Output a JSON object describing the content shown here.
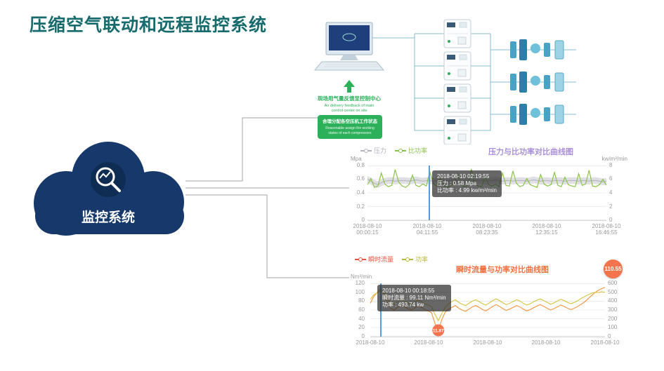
{
  "page": {
    "title": "压缩空气联动和远程监控系统"
  },
  "cloud": {
    "label": "监控系统"
  },
  "diagram": {
    "feedback_cn": "现场用气量反馈至控制中心",
    "feedback_en1": "Air delivery feedback of main",
    "feedback_en2": "control center on site",
    "assign_cn": "合理分配各空压机工作状态",
    "assign_en1": "Reasonable assign the working",
    "assign_en2": "states of each compressors"
  },
  "chart_data": [
    {
      "type": "line",
      "target": "pressure",
      "title": "压力与比功率对比曲线图",
      "title_color": "#a98fd8",
      "y_left_label": "Mpa",
      "y_right_label": "kw/m³/min",
      "ylim_left": [
        0,
        0.8
      ],
      "ylim_right": [
        0,
        8
      ],
      "grid_count": 5,
      "y_left_ticks": [
        "0.8",
        "0.6",
        "0.4",
        "0.2",
        "0"
      ],
      "y_right_ticks": [
        "8",
        "6",
        "4",
        "2",
        "0"
      ],
      "x_dates": [
        "2018-08-10",
        "2018-08-10",
        "2018-08-10",
        "2018-08-10",
        "2018-08-10"
      ],
      "x_times": [
        "00:00:15",
        "04:11:55",
        "08:23:35",
        "12:35:15",
        "16:46:55"
      ],
      "legend": [
        {
          "label": "压力",
          "color": "#b2b2bc"
        },
        {
          "label": "比功率",
          "color": "#8bc34a"
        }
      ],
      "tooltip": {
        "time": "2018-08-10 02:19:55",
        "line1": "压力 : 0.58 Mpa",
        "line2": "比功率 : 4.99 kw/m³/min"
      },
      "series": [
        {
          "key": "pressure",
          "name": "压力",
          "axis": "left",
          "color": "#b8b8c2",
          "band": 0.05,
          "band_color": "#dadae0",
          "values": [
            0.6,
            0.57,
            0.54,
            0.52,
            0.55,
            0.57,
            0.58,
            0.58,
            0.57,
            0.58,
            0.58,
            0.58,
            0.57,
            0.58,
            0.59,
            0.58,
            0.57,
            0.58,
            0.58,
            0.57,
            0.58,
            0.58,
            0.58,
            0.57,
            0.58,
            0.59,
            0.58,
            0.57,
            0.58,
            0.58,
            0.57,
            0.58,
            0.58,
            0.58,
            0.57,
            0.58,
            0.58,
            0.59,
            0.58,
            0.57,
            0.58,
            0.58,
            0.57,
            0.58,
            0.58,
            0.58,
            0.57,
            0.58,
            0.59,
            0.58,
            0.57,
            0.58,
            0.58,
            0.57,
            0.58,
            0.58,
            0.58,
            0.57,
            0.58,
            0.58,
            0.58,
            0.57,
            0.58,
            0.58,
            0.57,
            0.58,
            0.58,
            0.57,
            0.56,
            0.57
          ]
        },
        {
          "key": "specific-power",
          "name": "比功率",
          "axis": "right",
          "color": "#8bc34a",
          "values": [
            5.2,
            6.1,
            4.8,
            5.0,
            6.9,
            5.3,
            4.9,
            5.1,
            7.4,
            5.6,
            5.0,
            4.8,
            5.2,
            6.6,
            5.1,
            4.9,
            5.3,
            5.0,
            7.1,
            5.4,
            5.0,
            6.2,
            5.1,
            4.8,
            5.0,
            5.5,
            6.8,
            5.2,
            4.9,
            5.1,
            7.5,
            5.3,
            5.0,
            4.9,
            6.4,
            5.2,
            5.0,
            5.3,
            4.9,
            6.9,
            5.1,
            5.0,
            7.2,
            5.4,
            4.9,
            5.1,
            6.1,
            5.2,
            5.0,
            4.8,
            6.7,
            5.3,
            5.0,
            5.2,
            7.0,
            5.1,
            4.9,
            6.3,
            5.2,
            5.0,
            4.9,
            6.8,
            5.1,
            5.3,
            7.3,
            5.0,
            4.9,
            5.2,
            6.0,
            5.1
          ]
        }
      ]
    },
    {
      "type": "line",
      "target": "flow",
      "title": "瞬时流量与功率对比曲线图",
      "title_color": "#f0703f",
      "y_left_label": "Nm³/min",
      "ylim_left": [
        0,
        120
      ],
      "ylim_right": [
        0,
        600
      ],
      "grid_count": 7,
      "y_left_ticks": [
        "120",
        "100",
        "80",
        "60",
        "40",
        "20",
        "0"
      ],
      "y_right_ticks": [
        "600",
        "500",
        "400",
        "300",
        "200",
        "100",
        "0"
      ],
      "x_dates": [
        "2018-08-10",
        "2018-08-10",
        "2018-08-10",
        "2018-08-10",
        "2018-08-10"
      ],
      "legend": [
        {
          "label": "瞬时流量",
          "color": "#e8543f"
        },
        {
          "label": "功率",
          "color": "#b8b83a"
        }
      ],
      "tooltip": {
        "time": "2018-08-10 00:18:55",
        "line1": "瞬时流量 : 99.11 Nm³/min",
        "line2": "功率 : 493.74 kw"
      },
      "end_badge": "110.55",
      "markers": [
        {
          "series": 0,
          "index": 20,
          "label": "11.87",
          "color": "#f4744d"
        }
      ],
      "series": [
        {
          "key": "flow",
          "name": "瞬时流量",
          "axis": "left",
          "color": "#f29a4a",
          "values": [
            75,
            90,
            99.11,
            108,
            96,
            78,
            64,
            60,
            66,
            72,
            68,
            63,
            60,
            64,
            70,
            66,
            61,
            58,
            54,
            30,
            11.87,
            38,
            55,
            62,
            66,
            70,
            64,
            60,
            57,
            62,
            67,
            70,
            66,
            61,
            58,
            63,
            68,
            72,
            68,
            63,
            59,
            62,
            66,
            70,
            67,
            62,
            58,
            61,
            65,
            69,
            72,
            68,
            64,
            60,
            63,
            67,
            71,
            68,
            64,
            61,
            64,
            68,
            73,
            78,
            85,
            92,
            99,
            104,
            108,
            110.55
          ]
        },
        {
          "key": "power",
          "name": "功率",
          "axis": "right",
          "color": "#d8c84a",
          "values": [
            420,
            470,
            493.74,
            520,
            500,
            430,
            380,
            360,
            390,
            420,
            400,
            380,
            365,
            385,
            415,
            395,
            370,
            355,
            340,
            250,
            180,
            260,
            330,
            370,
            395,
            415,
            385,
            365,
            350,
            375,
            400,
            415,
            395,
            370,
            355,
            380,
            405,
            425,
            405,
            380,
            360,
            375,
            395,
            415,
            400,
            375,
            355,
            370,
            390,
            410,
            425,
            405,
            385,
            365,
            380,
            400,
            420,
            405,
            385,
            370,
            385,
            405,
            430,
            450,
            470,
            488,
            500,
            495,
            505,
            500
          ]
        }
      ]
    }
  ]
}
